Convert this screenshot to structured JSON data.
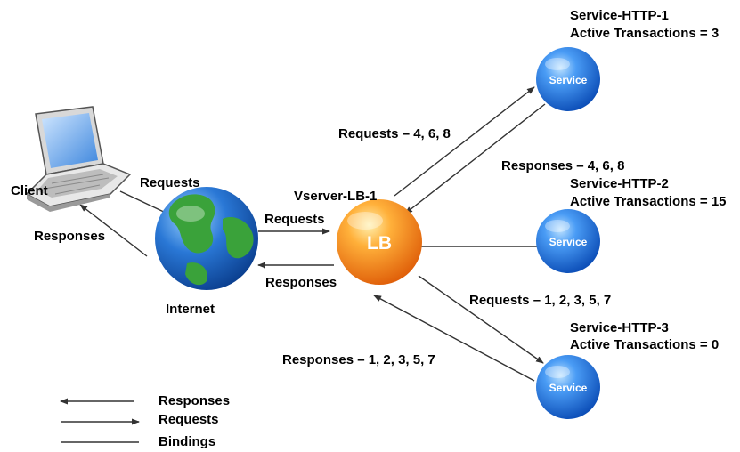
{
  "client": {
    "label": "Client"
  },
  "internet": {
    "label": "Internet"
  },
  "vserver": {
    "label": "Vserver-LB-1",
    "node_text": "LB"
  },
  "services": [
    {
      "name": "Service-HTTP-1",
      "transactions": "Active Transactions = 3",
      "node_text": "Service"
    },
    {
      "name": "Service-HTTP-2",
      "transactions": "Active Transactions = 15",
      "node_text": "Service"
    },
    {
      "name": "Service-HTTP-3",
      "transactions": "Active Transactions = 0",
      "node_text": "Service"
    }
  ],
  "flows": {
    "client_requests": "Requests",
    "client_responses": "Responses",
    "internet_requests": "Requests",
    "internet_responses": "Responses",
    "svc1_requests": "Requests – 4, 6, 8",
    "svc1_responses": "Responses – 4, 6, 8",
    "svc3_requests": "Requests – 1, 2, 3, 5, 7",
    "svc3_responses": "Responses – 1, 2, 3, 5, 7"
  },
  "legend": {
    "responses": "Responses",
    "requests": "Requests",
    "bindings": "Bindings"
  },
  "colors": {
    "lb_orange": "#f5820f",
    "service_blue": "#1f6fe0",
    "globe_blue": "#2a6fc9",
    "globe_green": "#3aa23a",
    "line": "#333333"
  }
}
